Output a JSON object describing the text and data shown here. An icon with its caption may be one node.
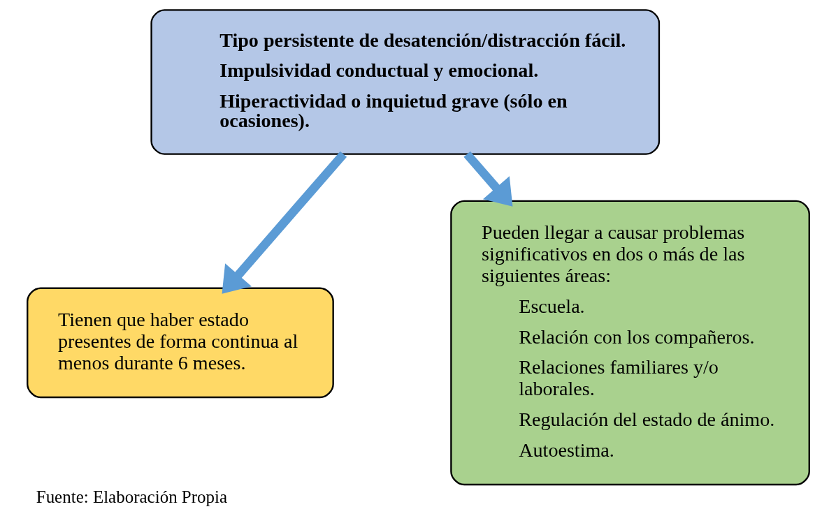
{
  "diagram": {
    "caption": "Fuente: Elaboración Propia",
    "nodes": [
      {
        "text": [
          "Tipo persistente de desatención/distracción fácil.",
          "Impulsividad conductual y emocional.",
          "Hiperactividad o inquietud grave (sólo en ocasiones)."
        ]
      },
      {
        "text": [
          "Tienen que haber estado presentes de forma continua al menos durante 6 meses."
        ]
      },
      {
        "text": [
          "Pueden llegar a causar problemas significativos en dos o más de las siguientes áreas:",
          "Escuela.",
          "Relación con los compañeros.",
          "Relaciones familiares y/o laborales.",
          "Regulación del estado de ánimo.",
          "Autoestima."
        ]
      }
    ],
    "edges": [
      {
        "from": 0,
        "to": 1,
        "arrow": "to"
      },
      {
        "from": 0,
        "to": 2,
        "arrow": "to"
      }
    ]
  }
}
